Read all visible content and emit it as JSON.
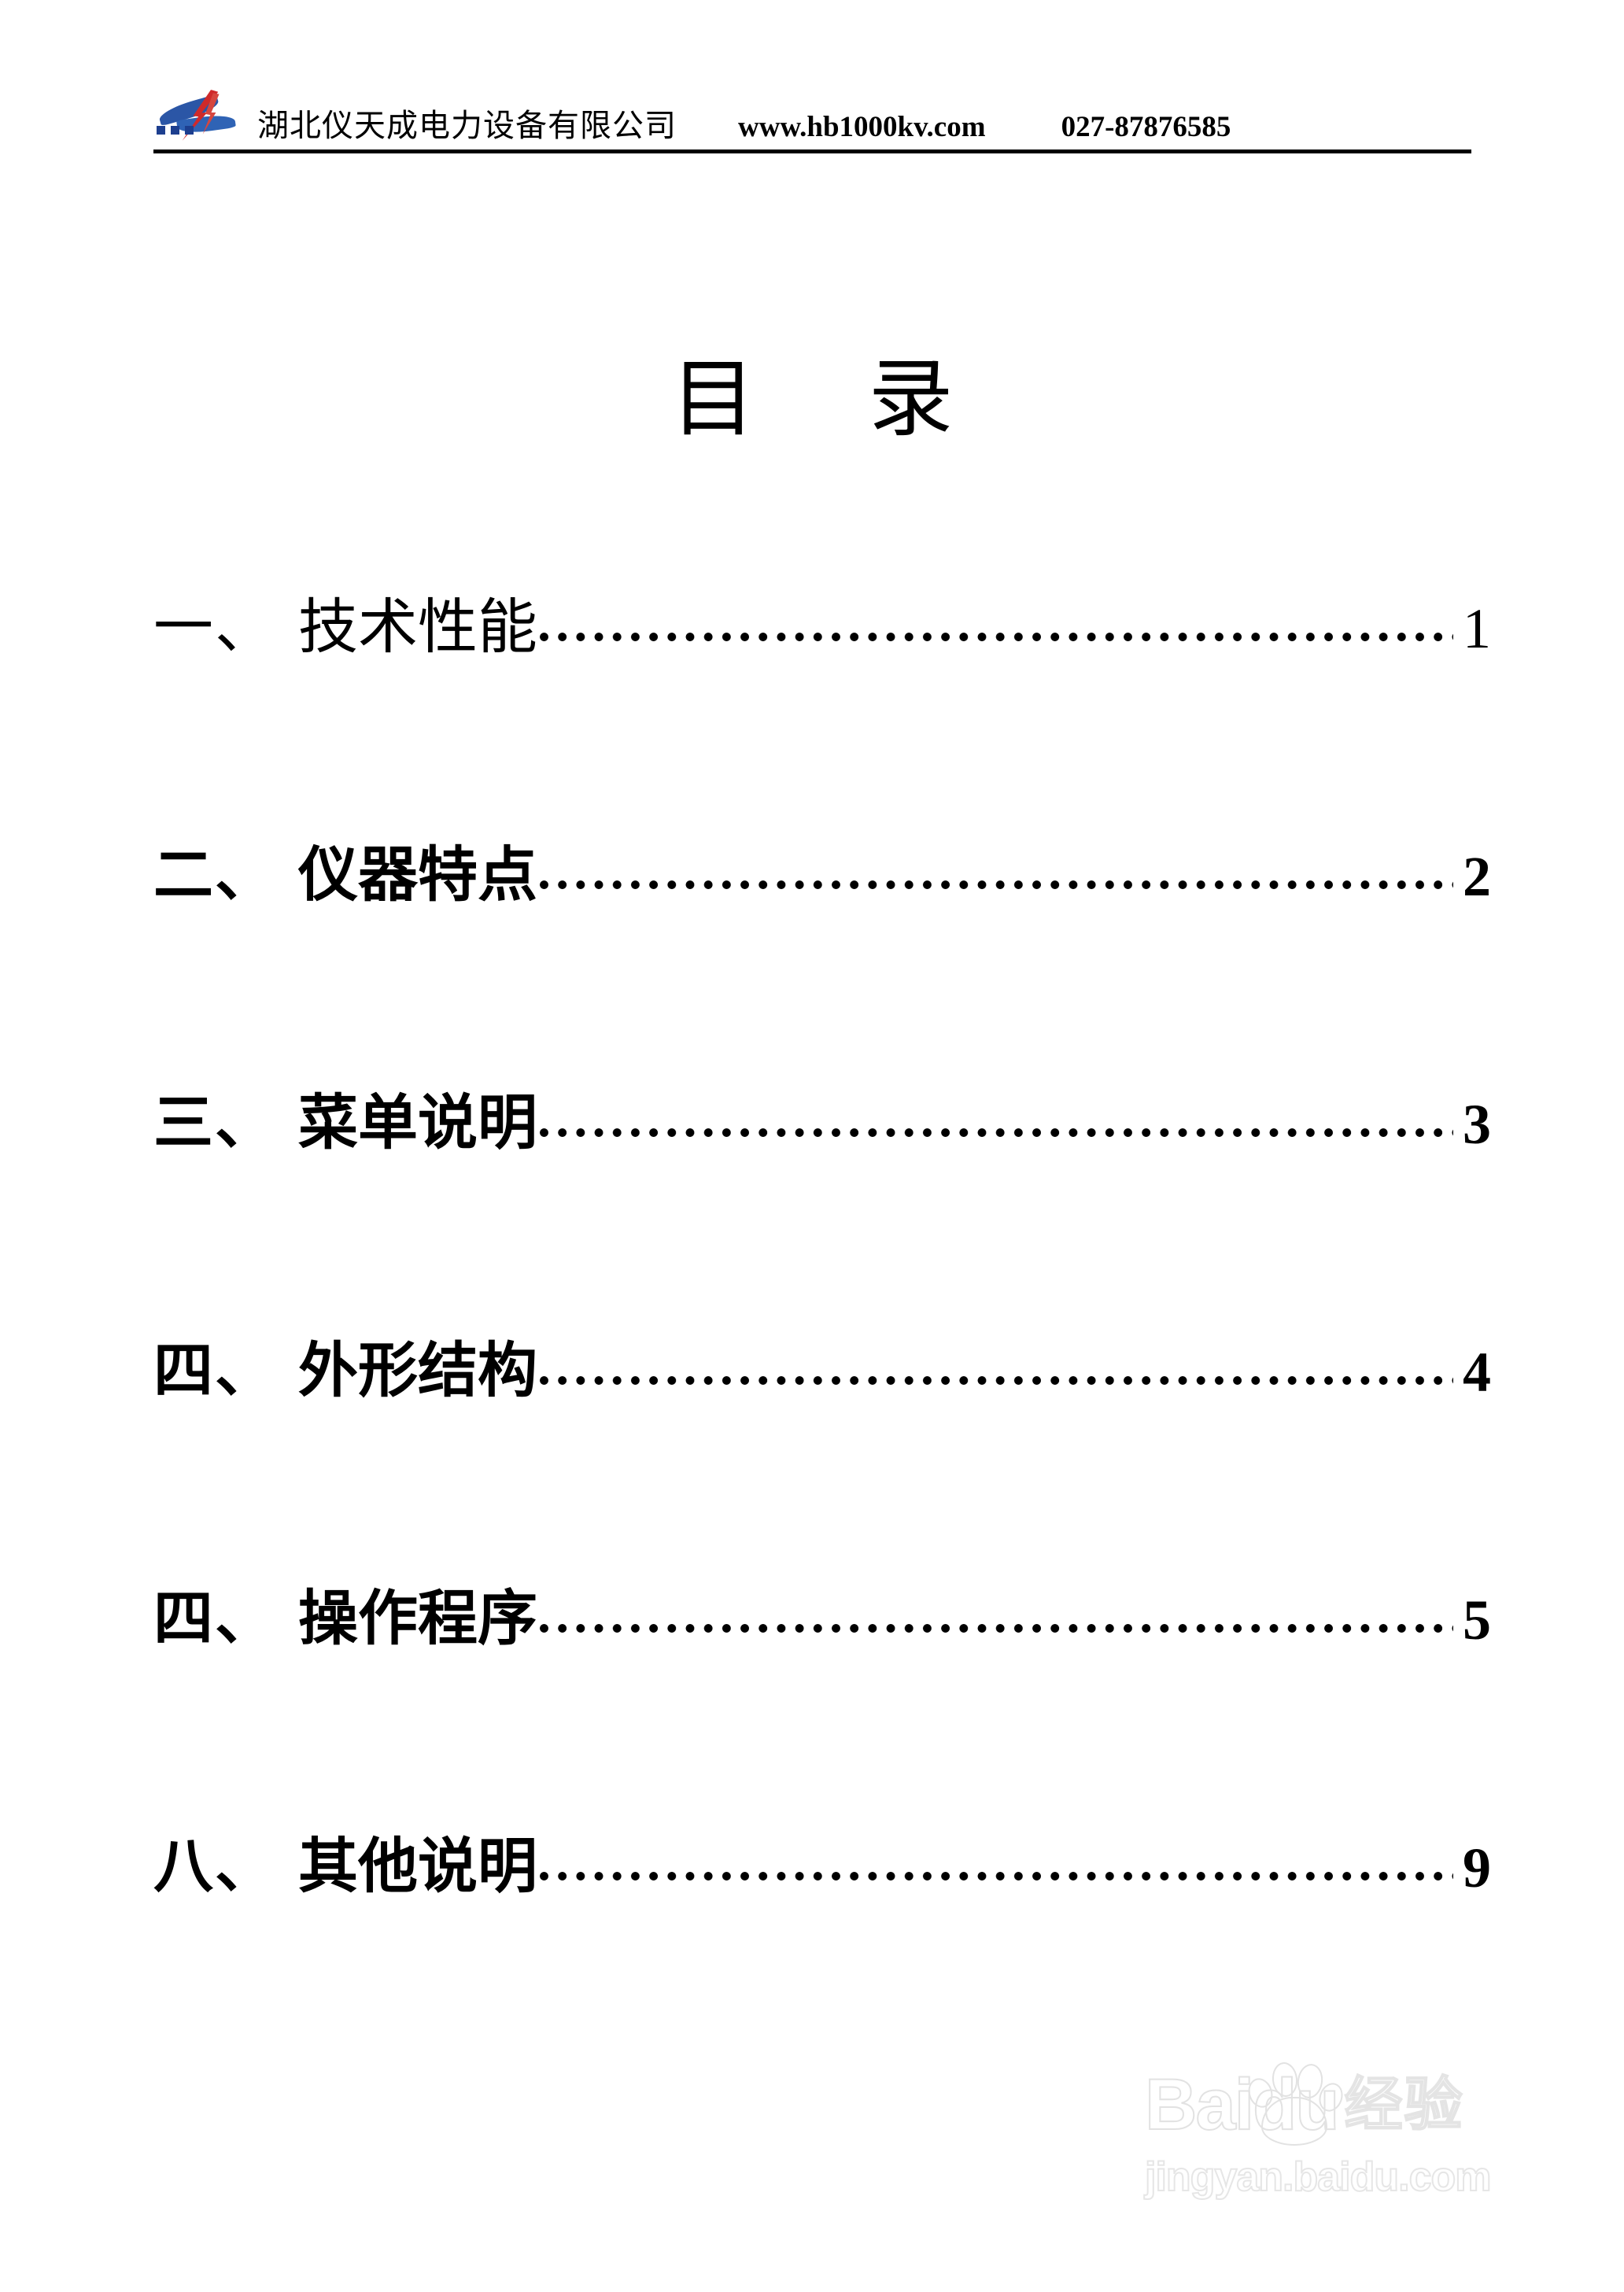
{
  "header": {
    "logo_name": "company-logo",
    "company_name": "湖北仪天成电力设备有限公司",
    "website": "www.hb1000kv.com",
    "phone": "027-87876585"
  },
  "document": {
    "title": "目 录"
  },
  "toc": {
    "entries": [
      {
        "number": "一、",
        "label": "技术性能",
        "page": "1",
        "weight": "light"
      },
      {
        "number": "二、",
        "label": "仪器特点",
        "page": "2",
        "weight": "bold"
      },
      {
        "number": "三、",
        "label": "菜单说明",
        "page": "3",
        "weight": "bold"
      },
      {
        "number": "四、",
        "label": "外形结构",
        "page": "4",
        "weight": "bold"
      },
      {
        "number": "四、",
        "label": "操作程序",
        "page": "5",
        "weight": "bold"
      },
      {
        "number": "八、",
        "label": "其他说明",
        "page": "9",
        "weight": "bold"
      }
    ]
  },
  "watermark": {
    "brand": "Baidu",
    "brand_cn": "经验",
    "url": "jingyan.baidu.com",
    "color": "#e3e3e3"
  }
}
